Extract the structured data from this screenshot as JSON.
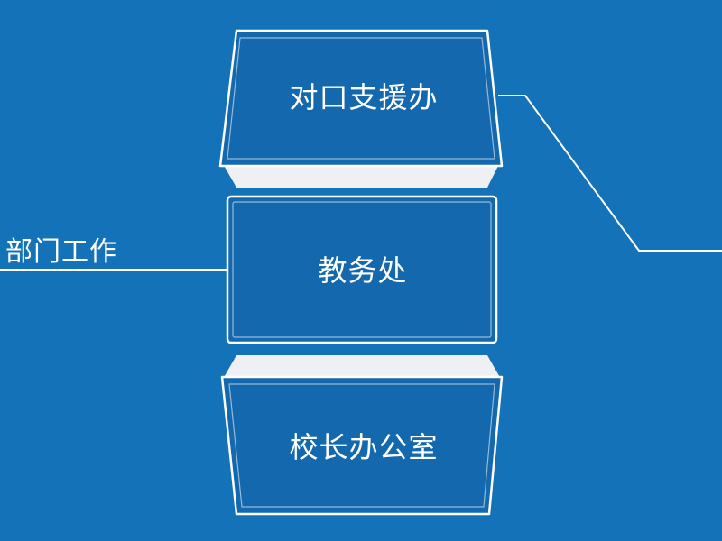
{
  "boxes": {
    "top": "对口支援办",
    "middle": "教务处",
    "bottom": "校长办公室"
  },
  "side_label": "部门工作",
  "colors": {
    "background": "#1472b8",
    "box_fill": "#1468ad",
    "outline": "#ffffff",
    "face": "#eef0f3"
  }
}
